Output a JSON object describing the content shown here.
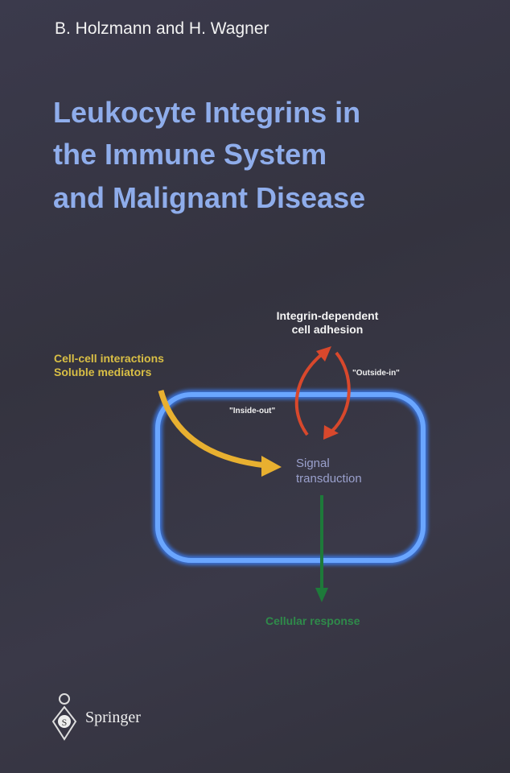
{
  "authors": "B. Holzmann and H. Wagner",
  "title_lines": [
    "Leukocyte Integrins in",
    "the Immune System",
    "and Malignant Disease"
  ],
  "diagram": {
    "top_label": [
      "Integrin-dependent",
      "cell adhesion"
    ],
    "left_label": [
      "Cell-cell interactions",
      "Soluble mediators"
    ],
    "outside_in": "\"Outside-in\"",
    "inside_out": "\"Inside-out\"",
    "center_label": [
      "Signal",
      "transduction"
    ],
    "bottom_label": "Cellular response",
    "colors": {
      "membrane": "#4f8ff0",
      "yellow_arrow": "#e8b030",
      "red_arrow": "#d8482c",
      "green_arrow": "#1e7a3a"
    }
  },
  "publisher": "Springer"
}
